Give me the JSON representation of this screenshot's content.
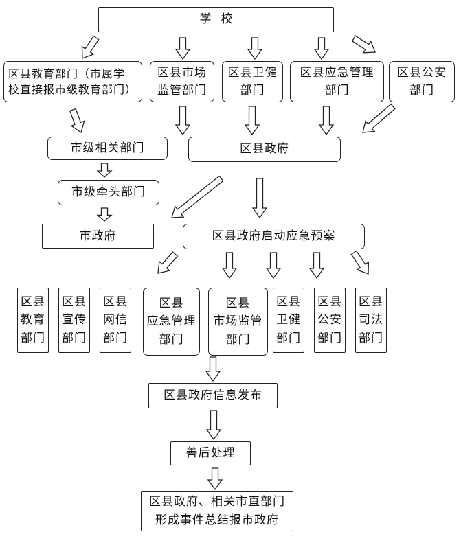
{
  "school": "学校",
  "row1": {
    "edu": "区县教育部门（市属学\n校直接报市级教育部门）",
    "market": "区县市场\n监管部门",
    "health": "区县卫健\n部门",
    "emergency": "区县应急管理\n部门",
    "police": "区县公安\n部门"
  },
  "city_related": "市级相关部门",
  "county_gov": "区县政府",
  "city_lead": "市级牵头部门",
  "city_gov": "市政府",
  "plan": "区县政府启动应急预案",
  "row4": {
    "edu": "区县\n教育\n部门",
    "propaganda": "区县\n宣传\n部门",
    "cyber": "区县\n网信\n部门",
    "emergency": "区县\n应急管理\n部门",
    "market": "区县\n市场监管\n部门",
    "health": "区县\n卫健\n部门",
    "police": "区县\n公安\n部门",
    "justice": "区县\n司法\n部门"
  },
  "info_release": "区县政府信息发布",
  "aftermath": "善后处理",
  "summary": "区县政府、相关市直部门\n形成事件总结报市政府"
}
